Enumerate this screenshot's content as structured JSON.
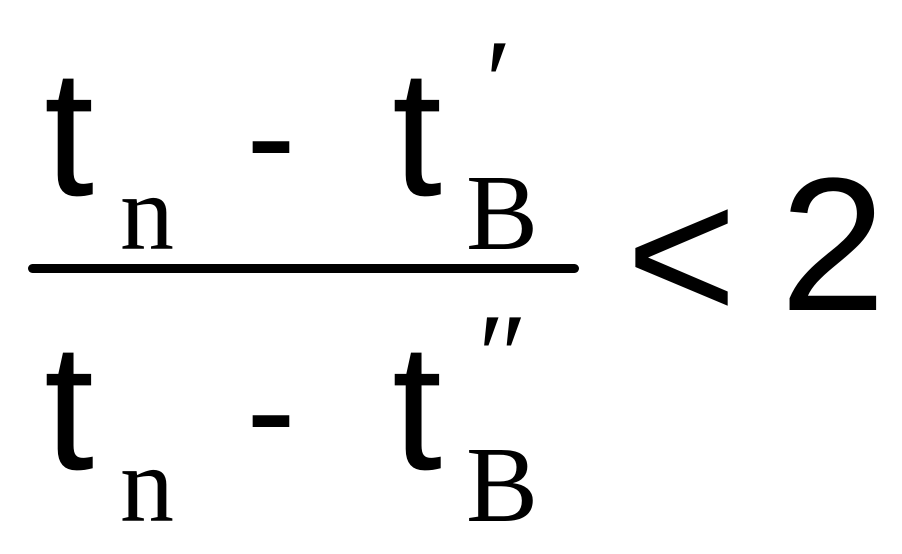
{
  "formula": {
    "numerator": {
      "var1": "t",
      "sub1": "n",
      "operator": "-",
      "var2": "t",
      "sub2": "B",
      "prime": "′"
    },
    "denominator": {
      "var1": "t",
      "sub1": "n",
      "operator": "-",
      "var2": "t",
      "sub2": "B",
      "prime": "″"
    },
    "relation": "<",
    "rhs": "2"
  }
}
